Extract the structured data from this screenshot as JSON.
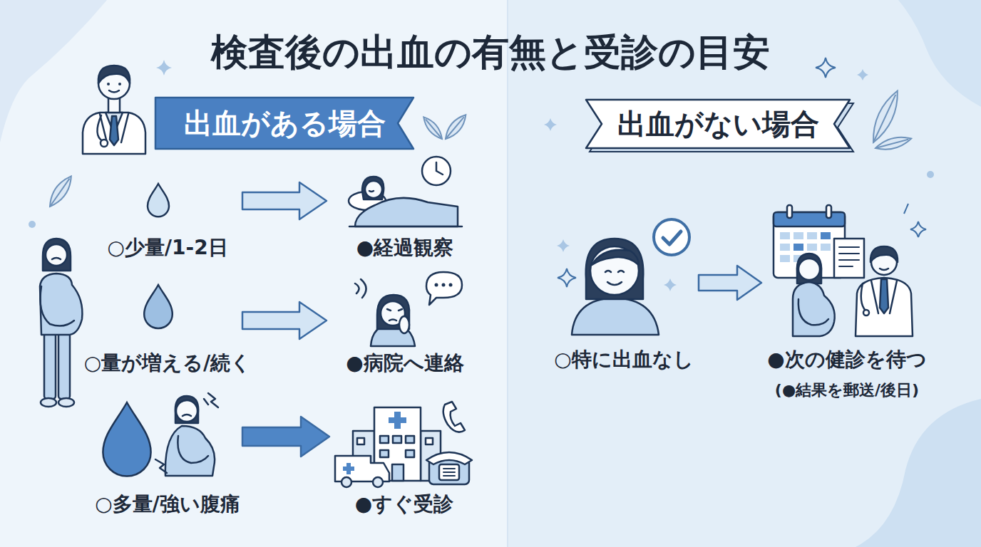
{
  "diagram": {
    "title": "検査後の出血の有無と受診の目安",
    "nodes": [
      {
        "text": [
          "出血がある場合"
        ]
      },
      {
        "text": [
          "出血がない場合"
        ]
      },
      {
        "text": [
          "○少量/1-2日"
        ]
      },
      {
        "text": [
          "●経過観察"
        ]
      },
      {
        "text": [
          "○量が増える/続く"
        ]
      },
      {
        "text": [
          "●病院へ連絡"
        ]
      },
      {
        "text": [
          "○多量/強い腹痛"
        ]
      },
      {
        "text": [
          "●すぐ受診"
        ]
      },
      {
        "text": [
          "○特に出血なし"
        ]
      },
      {
        "text": [
          "●次の健診を待つ",
          "(●結果を郵送/後日)"
        ]
      }
    ],
    "edges": [
      {
        "from": 2,
        "to": 3,
        "arrow": "to"
      },
      {
        "from": 4,
        "to": 5,
        "arrow": "to"
      },
      {
        "from": 6,
        "to": 7,
        "arrow": "to"
      },
      {
        "from": 8,
        "to": 9,
        "arrow": "to"
      }
    ]
  }
}
